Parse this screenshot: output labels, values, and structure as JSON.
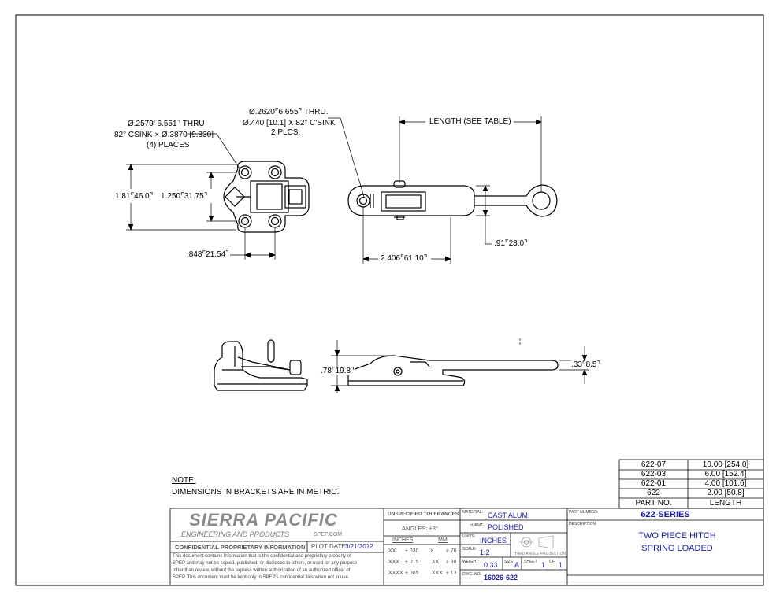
{
  "callouts": {
    "left_hole_line1": "Ø.2579⌜6.551⌝ THRU",
    "left_hole_line2": "82° CSINK ×  Ø.3870 [9.830]",
    "left_hole_line3": "(4) PLACES",
    "right_hole_line1": "Ø.2620⌜6.655⌝ THRU.",
    "right_hole_line2": "Ø.440 [10.1] X 82° C'SINK",
    "right_hole_line3": "2 PLCS.",
    "length_label": "LENGTH (SEE TABLE)",
    "dim_181": "1.81⌜46.0⌝",
    "dim_1250": "1.250⌜31.75⌝",
    "dim_848": ".848⌜21.54⌝",
    "dim_2406": "2.406⌜61.10⌝",
    "dim_91": ".91⌜23.0⌝",
    "dim_78": ".78⌜19.8⌝",
    "dim_33": ".33⌜8.5⌝"
  },
  "note": {
    "title": "NOTE:",
    "text": "DIMENSIONS IN BRACKETS ARE IN METRIC."
  },
  "length_table": {
    "rows": [
      {
        "part": "622-07",
        "length": "10.00 [254.0]"
      },
      {
        "part": "622-03",
        "length": "6.00 [152.4]"
      },
      {
        "part": "622-01",
        "length": "4.00 [101.6]"
      },
      {
        "part": "622",
        "length": "2.00 [50.8]"
      }
    ],
    "header_part": "PART NO.",
    "header_length": "LENGTH"
  },
  "title_block": {
    "company": "SIERRA PACIFIC",
    "subtitle": "ENGINEERING AND PRODUCTS",
    "website": "SPEP.COM",
    "confidential_heading": "CONFIDENTIAL PROPRIETARY INFORMATION",
    "plot_date_label": "PLOT DATE:",
    "plot_date": "3/21/2012",
    "disclaimer_1": "This document contains information that is the confidential and proprietary property of",
    "disclaimer_2": "SPEP and may not be copied, published, or disclosed to others, or used for any purpose",
    "disclaimer_3": "other than review, without the express written authorization of an authorized officer of",
    "disclaimer_4": "SPEP. This document must be kept only in SPEP's confidential files when not in use.",
    "tol_heading": "UNSPECIFIED TOLERANCES",
    "angles": "ANGLES: ±3°",
    "inches_h": "INCHES",
    "mm_h": "MM",
    "tol_rows": [
      {
        "a": ".XX",
        "b": "±.030",
        "c": "X",
        "d": "±.76"
      },
      {
        "a": ".XXX",
        "b": "±.015",
        "c": ".XX",
        "d": "±.38"
      },
      {
        "a": ".XXXX",
        "b": "±.005",
        "c": ".XXX",
        "d": "±.13"
      }
    ],
    "material_label": "MATERIAL:",
    "material": "CAST ALUM.",
    "finish_label": "FINISH:",
    "finish": "POLISHED",
    "units_label": "UNITS:",
    "units": "INCHES",
    "scale_label": "SCALE:",
    "scale": "1:2",
    "projection": "THIRD ANGLE PROJECTION",
    "weight_label": "WEIGHT:",
    "weight": "0.33",
    "size_label": "SIZE:",
    "size": "A",
    "sheet_label": "SHEET",
    "sheet": "1",
    "of_label": "OF",
    "of": "1",
    "dwg_label": "DWG. NO.",
    "dwg": "16026-622",
    "part_number_label": "PART NUMBER:",
    "part_number": "622-SERIES",
    "description_label": "DESCRIPTION:",
    "description_1": "TWO PIECE HITCH",
    "description_2": "SPRING LOADED"
  },
  "colors": {
    "line": "#000000",
    "blue": "#1a1aa8",
    "gray_logo": "#8a8a8a"
  }
}
